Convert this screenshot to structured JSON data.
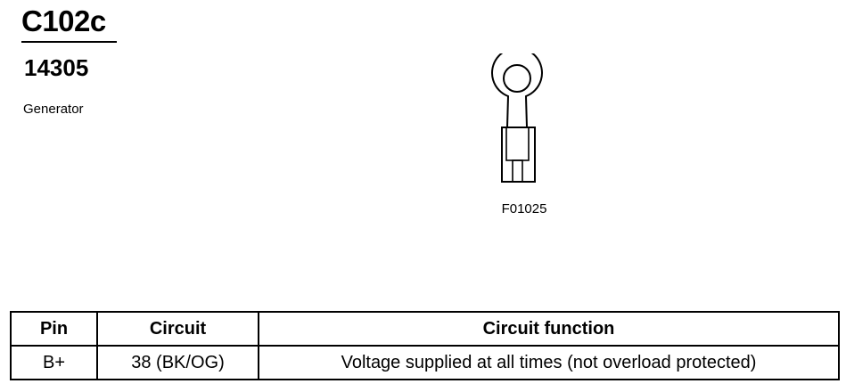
{
  "connector": {
    "id": "C102c",
    "part_number": "14305",
    "component": "Generator",
    "figure_code": "F01025"
  },
  "table": {
    "headers": [
      "Pin",
      "Circuit",
      "Circuit function"
    ],
    "rows": [
      [
        "B+",
        "38 (BK/OG)",
        "Voltage supplied at all times (not overload protected)"
      ]
    ]
  }
}
